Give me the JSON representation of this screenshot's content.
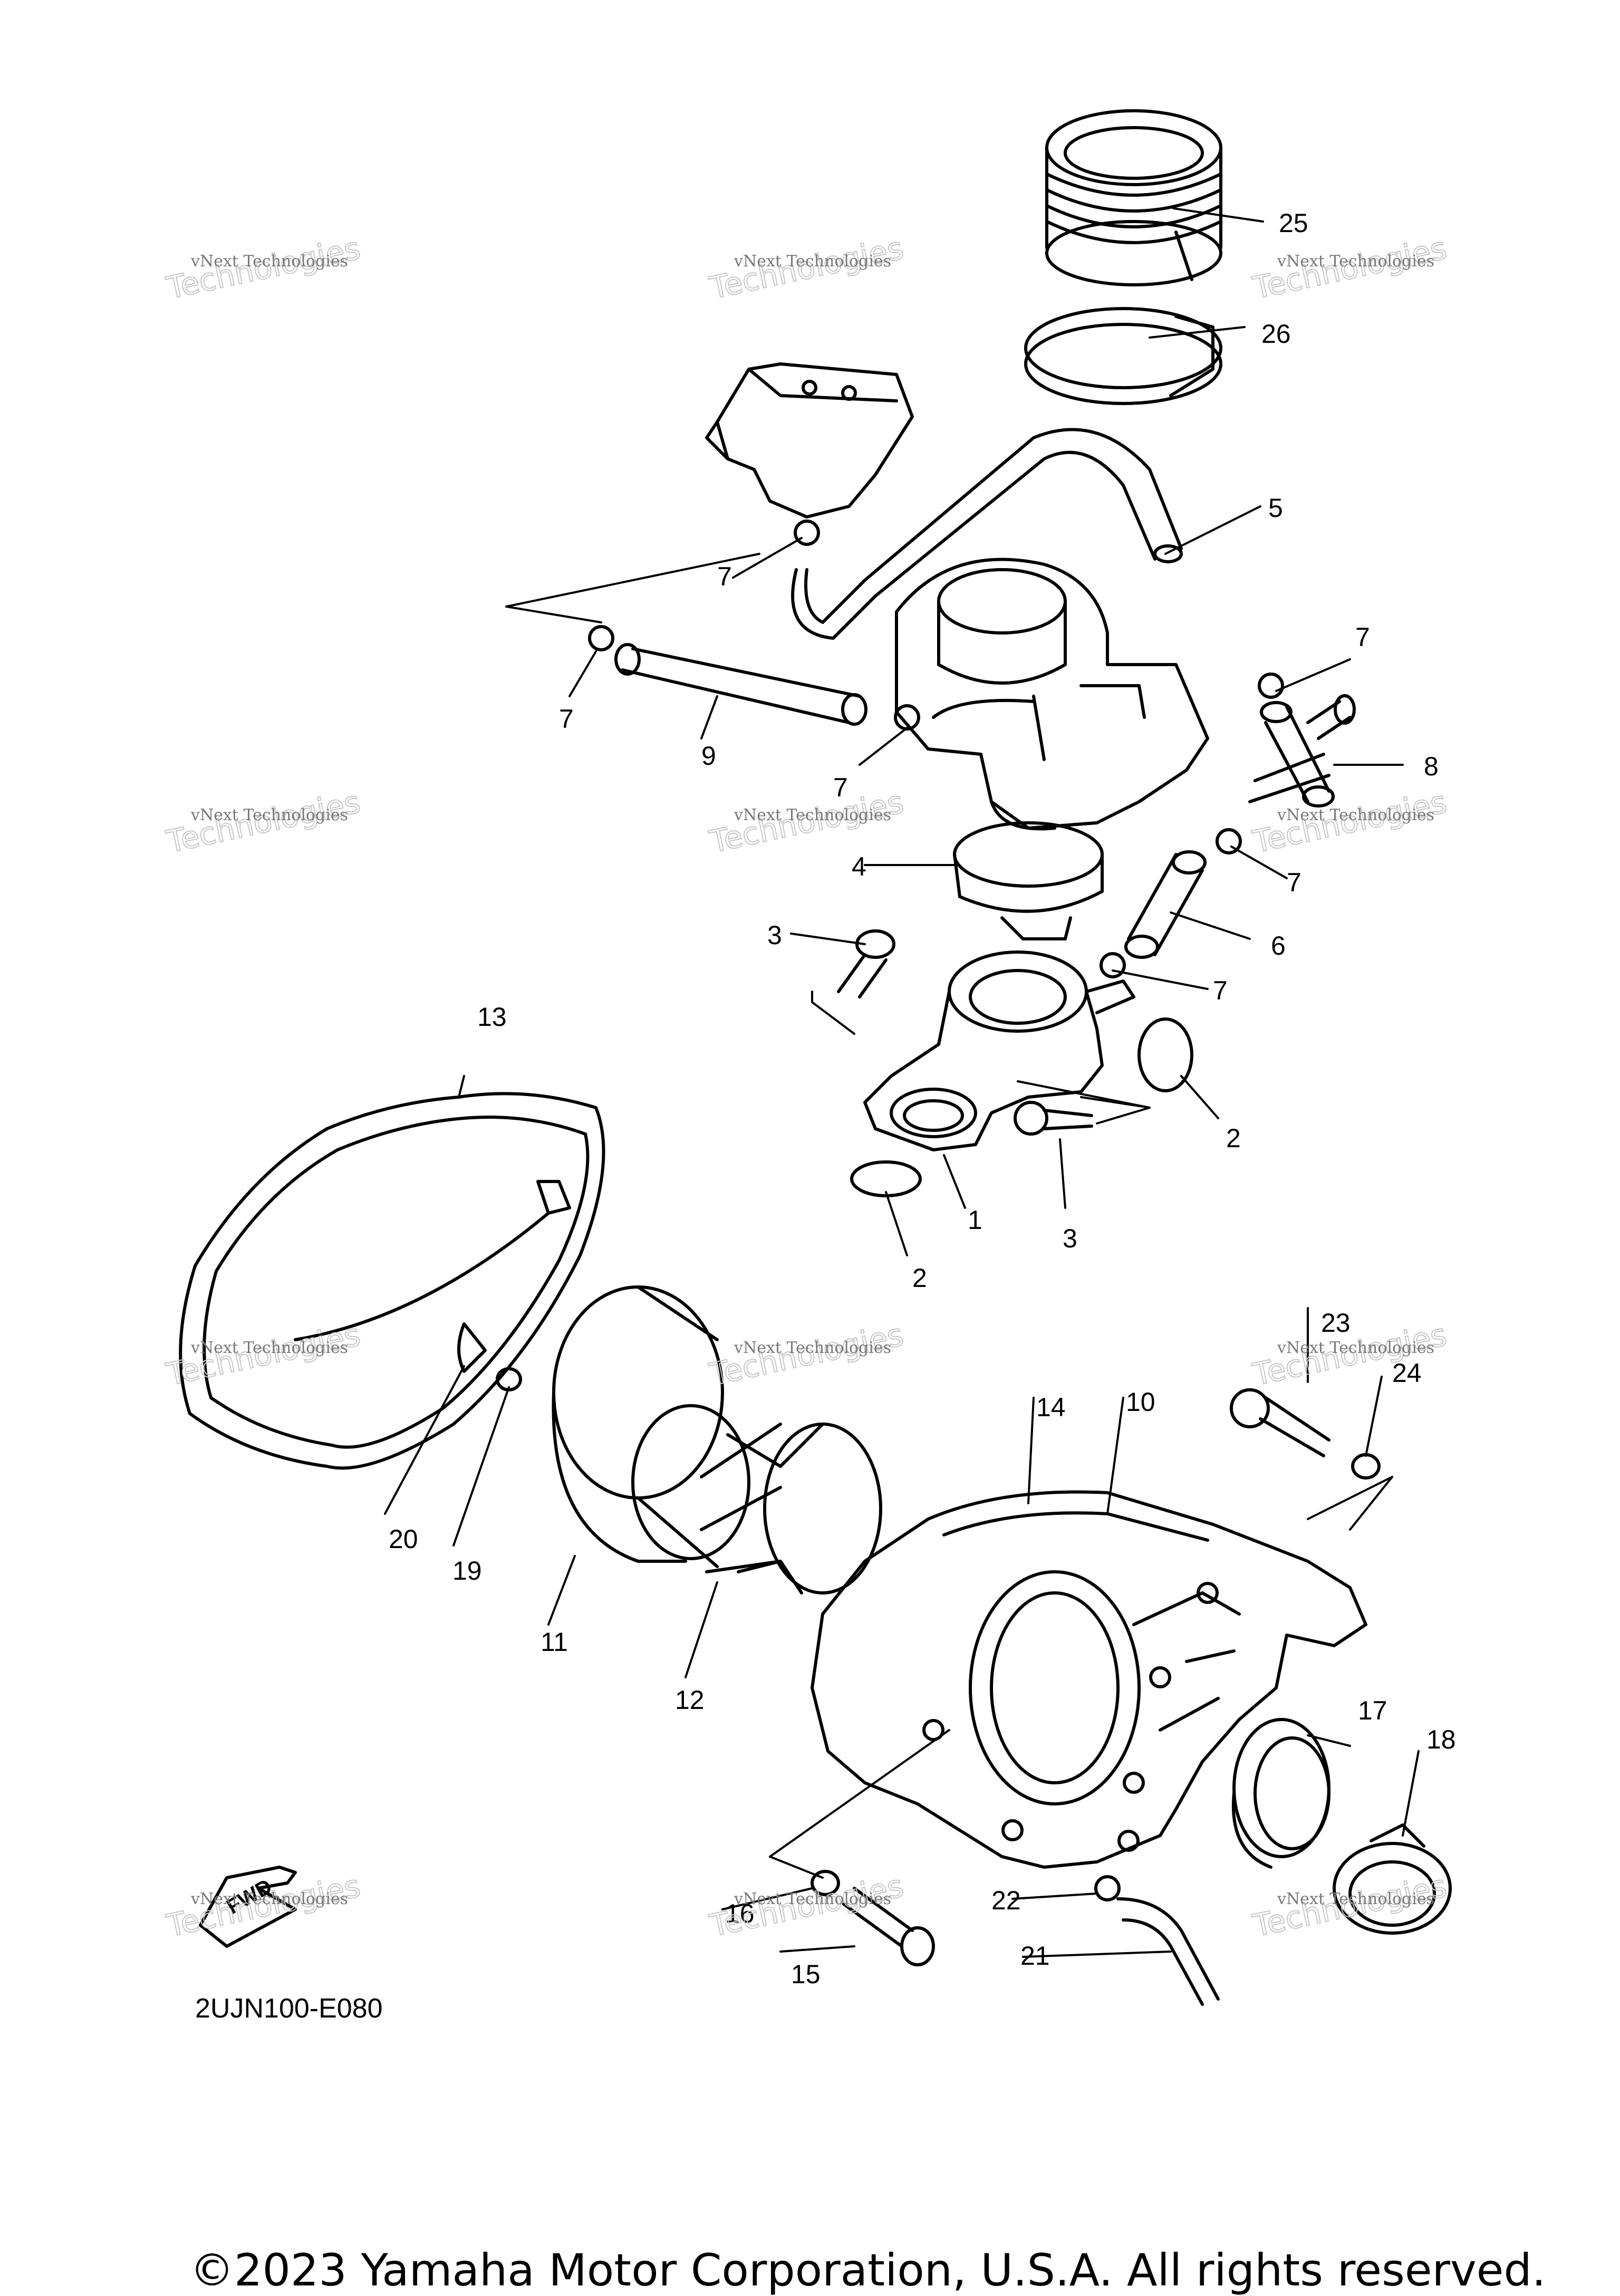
{
  "diagram": {
    "code": "2UJN100-E080",
    "fwd_label": "FWD",
    "callouts": [
      "1",
      "2",
      "2",
      "3",
      "3",
      "4",
      "5",
      "6",
      "7",
      "7",
      "7",
      "7",
      "7",
      "7",
      "8",
      "9",
      "10",
      "11",
      "12",
      "13",
      "14",
      "15",
      "16",
      "17",
      "18",
      "19",
      "20",
      "21",
      "22",
      "23",
      "24",
      "25",
      "26"
    ]
  },
  "watermark": {
    "name": "vNext Technologies",
    "word": "Technologies",
    "count": 12
  },
  "copyright": "©2023 Yamaha Motor Corporation, U.S.A. All rights reserved."
}
